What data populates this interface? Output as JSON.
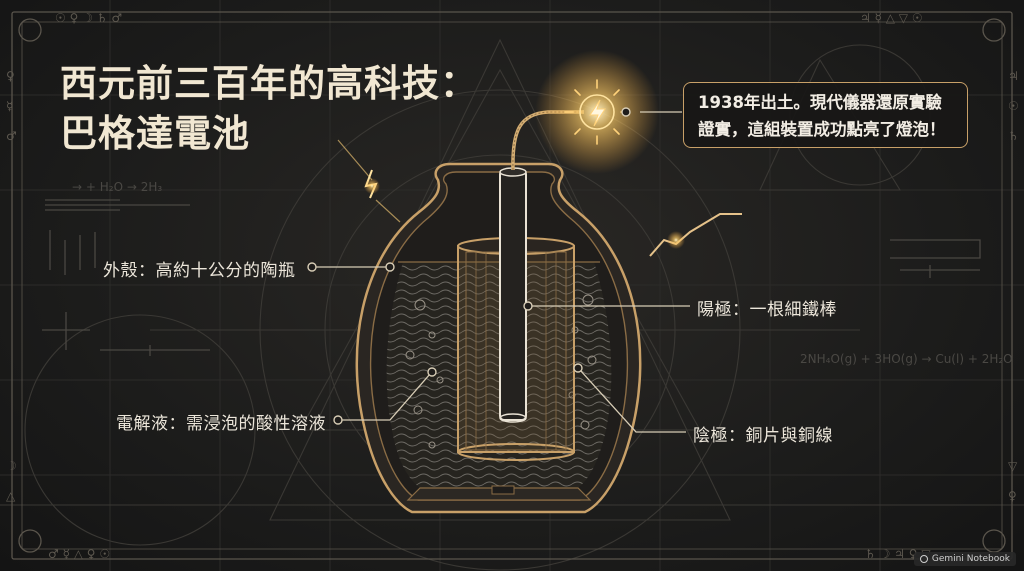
{
  "title": {
    "line1": "西元前三百年的高科技：",
    "line2": "巴格達電池"
  },
  "callout": {
    "line1": "1938年出土。現代儀器還原實驗",
    "line2": "證實，這組裝置成功點亮了燈泡！"
  },
  "labels": {
    "shell": "外殼：高約十公分的陶瓶",
    "anode": "陽極：一根細鐵棒",
    "electrolyte": "電解液：需浸泡的酸性溶液",
    "cathode": "陰極：銅片與銅線"
  },
  "formulas": {
    "left": "→ + H₂O → 2H₃",
    "right": "2NH₄O(g) + 3HO(g) → Cu(l) + 2H₂O"
  },
  "watermark": "Gemini Notebook",
  "colors": {
    "gold": "#c8a068",
    "gold_bright": "#ffd27a",
    "text": "#ece6da",
    "background": "#1c1c1b"
  },
  "icons": {
    "bulb": "lightning-bulb-icon",
    "spark_left": "lightning-bolt-icon",
    "spark_right": "lightning-bolt-icon"
  }
}
